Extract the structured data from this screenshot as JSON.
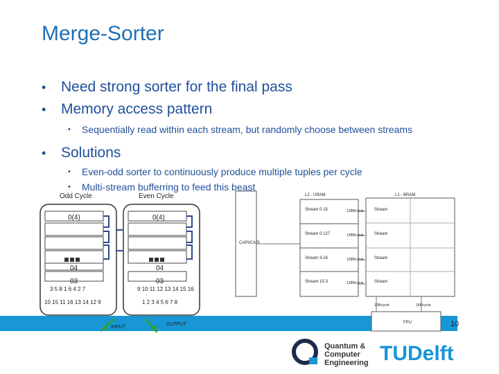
{
  "slide": {
    "title": "Merge-Sorter",
    "bullets": [
      {
        "text": "Need strong sorter for the final pass"
      },
      {
        "text": "Memory access pattern"
      }
    ],
    "sub1": "Sequentially read within each stream, but randomly choose between streams",
    "bullet3": "Solutions",
    "sub3": [
      "Even-odd sorter to continuously produce multiple tuples per cycle",
      "Multi-stream bufferring to feed this beast"
    ],
    "page_number": "10"
  },
  "diagram": {
    "odd_label": "Odd Cycle",
    "even_label": "Even Cycle",
    "odd_top": "0(4)",
    "even_top": "0(4)",
    "odd_mid1": "04",
    "odd_mid2": "03",
    "even_mid1": "04",
    "even_mid2": "03",
    "odd_seq": "3 5 8 1 6 4 2 7",
    "odd_seq2": "10 15 11 16 13 14 12 9",
    "even_seq": "9 10 11 12 13 14 15 16",
    "even_seq2": "1 2 3 4 5 6 7 8",
    "input_label": "INPUT",
    "output_label": "OUTPUT"
  },
  "arch": {
    "l2": "L2 - URAM",
    "l1": "L1 - BRAM",
    "capi": "CAPI/CAPI",
    "left_streams": [
      "Stream 0-15",
      "Stream 0-127",
      "Stream 3-16",
      "Stream 15-3"
    ],
    "mid_labels": [
      "128B/cycle",
      "128B/cycle",
      "128B/cycle",
      "128B/cycle"
    ],
    "right_cols": [
      "Stream",
      "Stream",
      "Stream",
      "Stream"
    ],
    "fpu": "FPU",
    "bot_labels": [
      "16B/cycle",
      "16B/cycle"
    ]
  },
  "logos": {
    "qce_line1": "Quantum &",
    "qce_line2": "Computer",
    "qce_line3": "Engineering",
    "tudelft": "TUDelft"
  }
}
